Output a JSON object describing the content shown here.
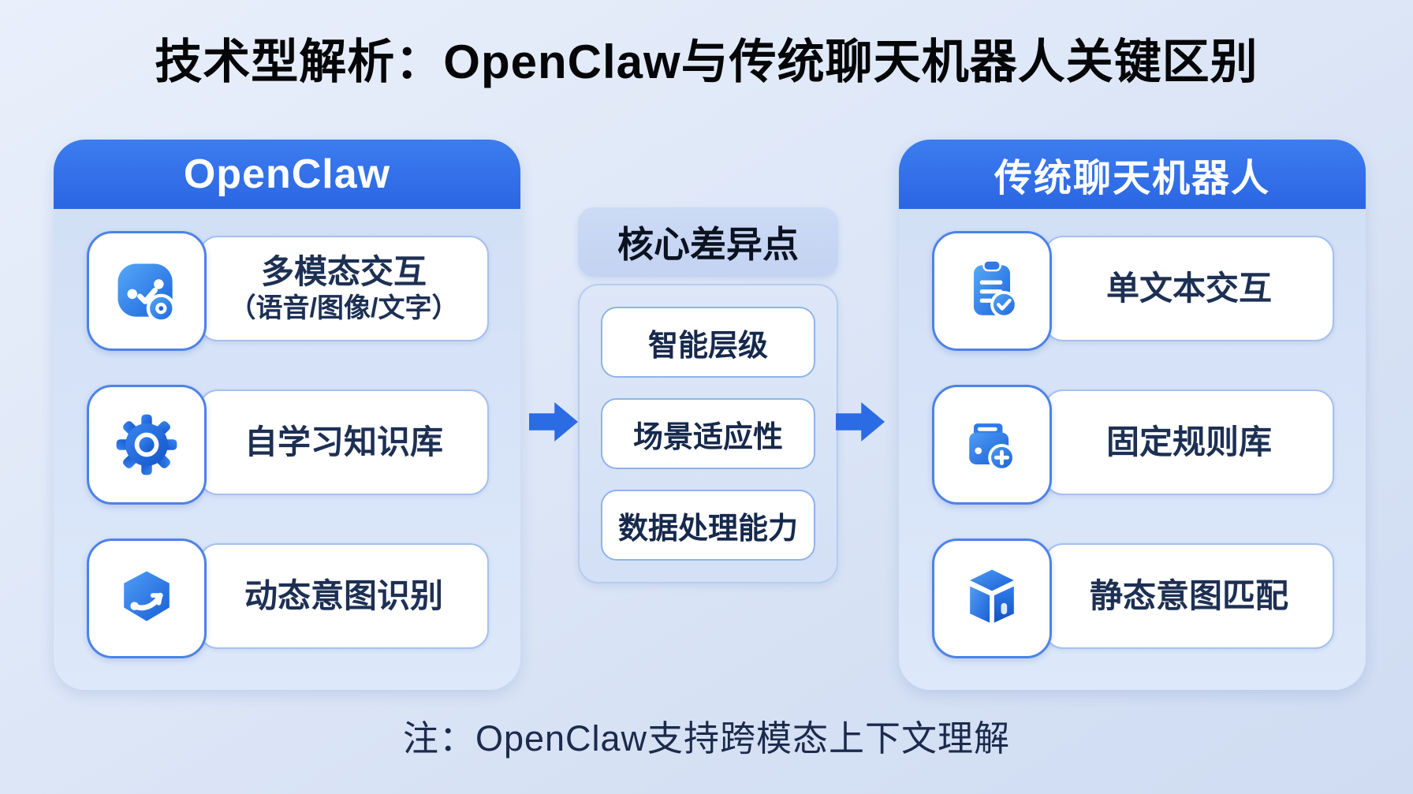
{
  "title": "技术型解析：OpenClaw与传统聊天机器人关键区别",
  "left_panel": {
    "title": "OpenClaw",
    "items": [
      {
        "icon": "multimodal-analytics-icon",
        "label": "多模态交互",
        "sublabel": "（语音/图像/文字）"
      },
      {
        "icon": "gear-icon",
        "label": "自学习知识库",
        "sublabel": ""
      },
      {
        "icon": "dynamic-intent-box-icon",
        "label": "动态意图识别",
        "sublabel": ""
      }
    ]
  },
  "center_panel": {
    "title": "核心差异点",
    "items": [
      {
        "label": "智能层级"
      },
      {
        "label": "场景适应性"
      },
      {
        "label": "数据处理能力"
      }
    ]
  },
  "right_panel": {
    "title": "传统聊天机器人",
    "items": [
      {
        "icon": "clipboard-check-icon",
        "label": "单文本交互"
      },
      {
        "icon": "folder-plus-icon",
        "label": "固定规则库"
      },
      {
        "icon": "static-cube-icon",
        "label": "静态意图匹配"
      }
    ]
  },
  "note": "注：OpenClaw支持跨模态上下文理解",
  "colors": {
    "header_blue": "#2e6ce4",
    "accent_blue": "#2b6be4",
    "panel_bg": "#d6e2f7",
    "icon_card_border": "#4d82e8",
    "text_card_border": "#a6c0ee",
    "text_navy": "#1d3054"
  }
}
